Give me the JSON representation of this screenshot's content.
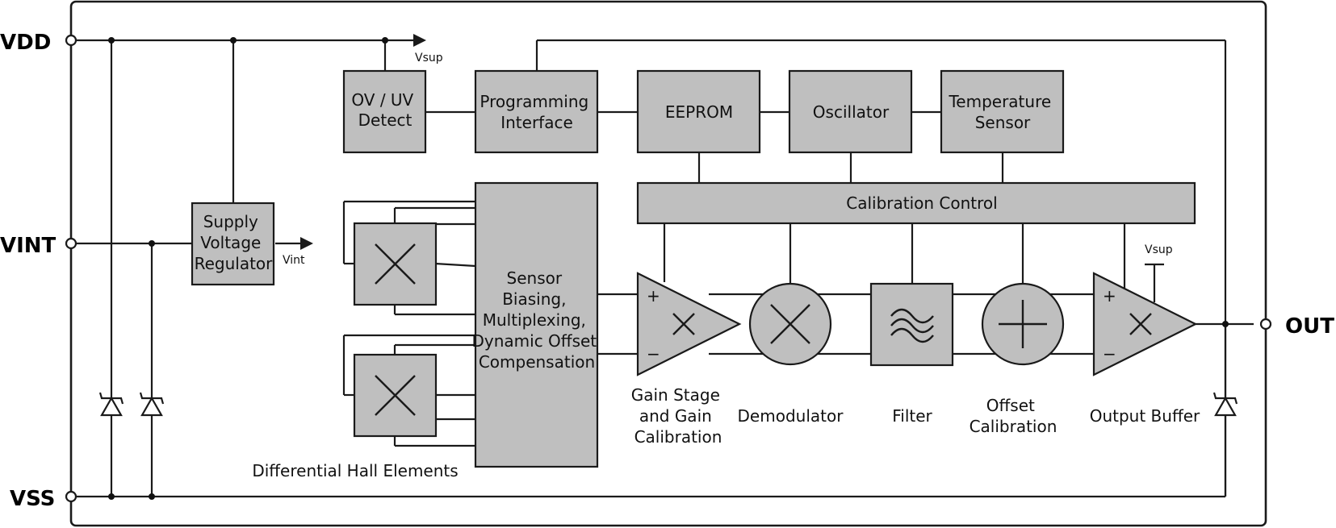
{
  "pins": {
    "vdd": "VDD",
    "vint": "VINT",
    "vss": "VSS",
    "out": "OUT"
  },
  "blocks": {
    "ov_uv": [
      "OV / UV",
      "Detect"
    ],
    "programming": [
      "Programming",
      "Interface"
    ],
    "eeprom": [
      "EEPROM"
    ],
    "oscillator": [
      "Oscillator"
    ],
    "temperature": [
      "Temperature",
      "Sensor"
    ],
    "calibration_control": [
      "Calibration Control"
    ],
    "supply_regulator": [
      "Supply",
      "Voltage",
      "Regulator"
    ],
    "sensor_biasing": [
      "Sensor",
      "Biasing,",
      "Multiplexing,",
      "Dynamic Offset",
      "Compensation"
    ]
  },
  "captions": {
    "gain_stage": [
      "Gain Stage",
      "and Gain",
      "Calibration"
    ],
    "demodulator": [
      "Demodulator"
    ],
    "filter": [
      "Filter"
    ],
    "offset_calibration": [
      "Offset",
      "Calibration"
    ],
    "output_buffer": [
      "Output Buffer"
    ],
    "hall_elements": [
      "Differential Hall Elements"
    ]
  },
  "signals": {
    "vsup_top": "Vsup",
    "vint": "Vint",
    "vsup_buffer": "Vsup"
  },
  "amp_signs": {
    "plus": "+",
    "minus": "−"
  },
  "colors": {
    "block_fill": "#bfbfbf",
    "line": "#1a1a1a"
  }
}
